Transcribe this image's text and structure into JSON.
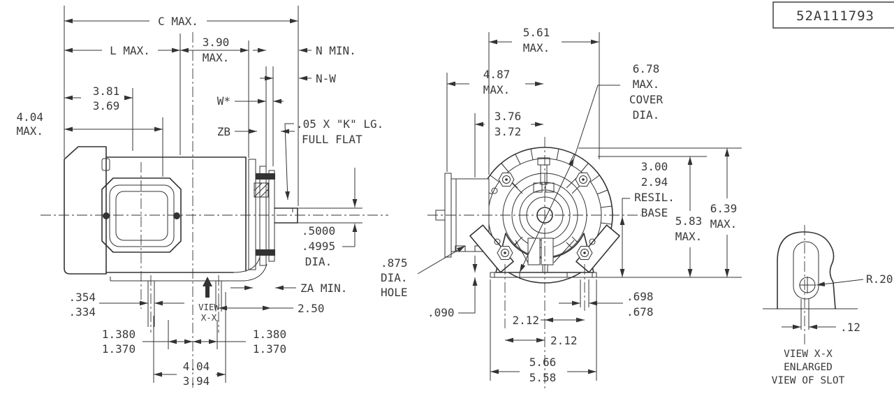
{
  "colors": {
    "background": "#ffffff",
    "line": "#333333",
    "text": "#3a3a3a"
  },
  "title_block": {
    "part_number": "52A111793"
  },
  "side_view": {
    "labels": {
      "c_max": "C MAX.",
      "l_max": "L MAX.",
      "d390a": "3.90",
      "d390b": "MAX.",
      "n_min": "N MIN.",
      "n_w": "N-W",
      "d381": "3.81",
      "d369": "3.69",
      "d404max_a": "4.04",
      "d404max_b": "MAX.",
      "w_star": "W*",
      "zb": "ZB",
      "flat_a": ".05 X \"K\" LG.",
      "flat_b": "FULL FLAT",
      "d5000": ".5000",
      "d4995": ".4995",
      "dia": "DIA.",
      "za_min": "ZA MIN.",
      "d250": "2.50",
      "d354": ".354",
      "d334": ".334",
      "view_a": "VIEW",
      "view_b": "X-X",
      "l1380": "1.380",
      "l1370": "1.370",
      "r1380": "1.380",
      "r1370": "1.370",
      "d404a": "4.04",
      "d394b": "3.94"
    }
  },
  "end_view": {
    "labels": {
      "d561a": "5.61",
      "d561b": "MAX.",
      "d487a": "4.87",
      "d487b": "MAX.",
      "d376": "3.76",
      "d372": "3.72",
      "cover_a": "6.78",
      "cover_b": "MAX.",
      "cover_c": "COVER",
      "cover_d": "DIA.",
      "resil_a": "3.00",
      "resil_b": "2.94",
      "resil_c": "RESIL.",
      "resil_d": "BASE",
      "d583a": "5.83",
      "d583b": "MAX.",
      "d639a": "6.39",
      "d639b": "MAX.",
      "hole_a": ".875",
      "hole_b": "DIA.",
      "hole_c": "HOLE",
      "d090": ".090",
      "d212_upper": "2.12",
      "d212_lower": "2.12",
      "d566": "5.66",
      "d558": "5.58",
      "d698": ".698",
      "d678": ".678"
    }
  },
  "slot_view": {
    "labels": {
      "r20": "R.20",
      "d12": ".12",
      "view_xx": "VIEW X-X",
      "enlarged": "ENLARGED",
      "view_of_slot": "VIEW OF SLOT"
    }
  }
}
